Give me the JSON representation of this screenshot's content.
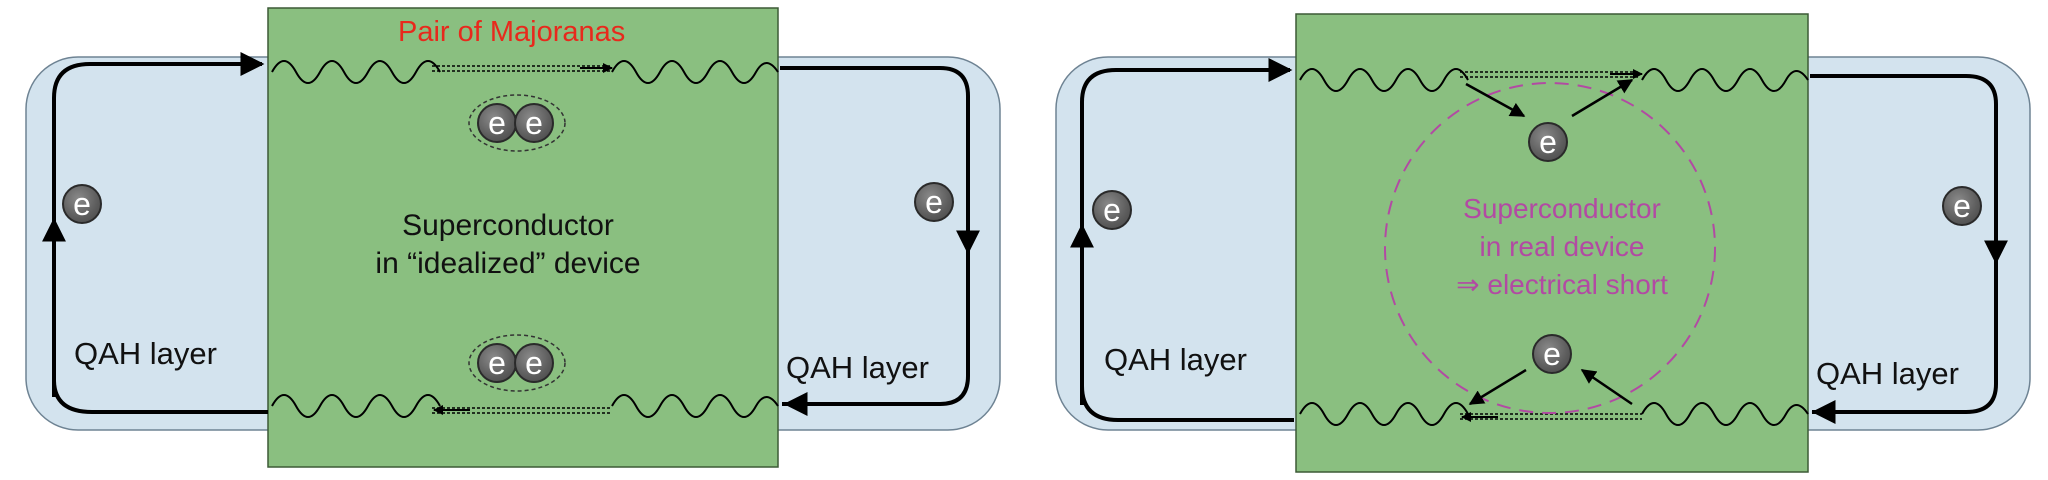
{
  "panels": [
    {
      "id": "idealized",
      "majorana_label": "Pair of Majoranas",
      "superconductor_label_line1": "Superconductor",
      "superconductor_label_line2": "in “idealized” device",
      "qah_left_label": "QAH layer",
      "qah_right_label": "QAH layer",
      "electron_symbol": "e"
    },
    {
      "id": "real",
      "superconductor_label_line1": "Superconductor",
      "superconductor_label_line2": "in real device",
      "superconductor_label_line3": "⇒ electrical short",
      "qah_left_label": "QAH layer",
      "qah_right_label": "QAH layer",
      "electron_symbol": "e"
    }
  ],
  "colors": {
    "qah_fill": "#d3e3ee",
    "superconductor_fill": "#8abf80",
    "majorana_label": "#e8291c",
    "short_annotation": "#b24aa3",
    "line": "#000000"
  }
}
